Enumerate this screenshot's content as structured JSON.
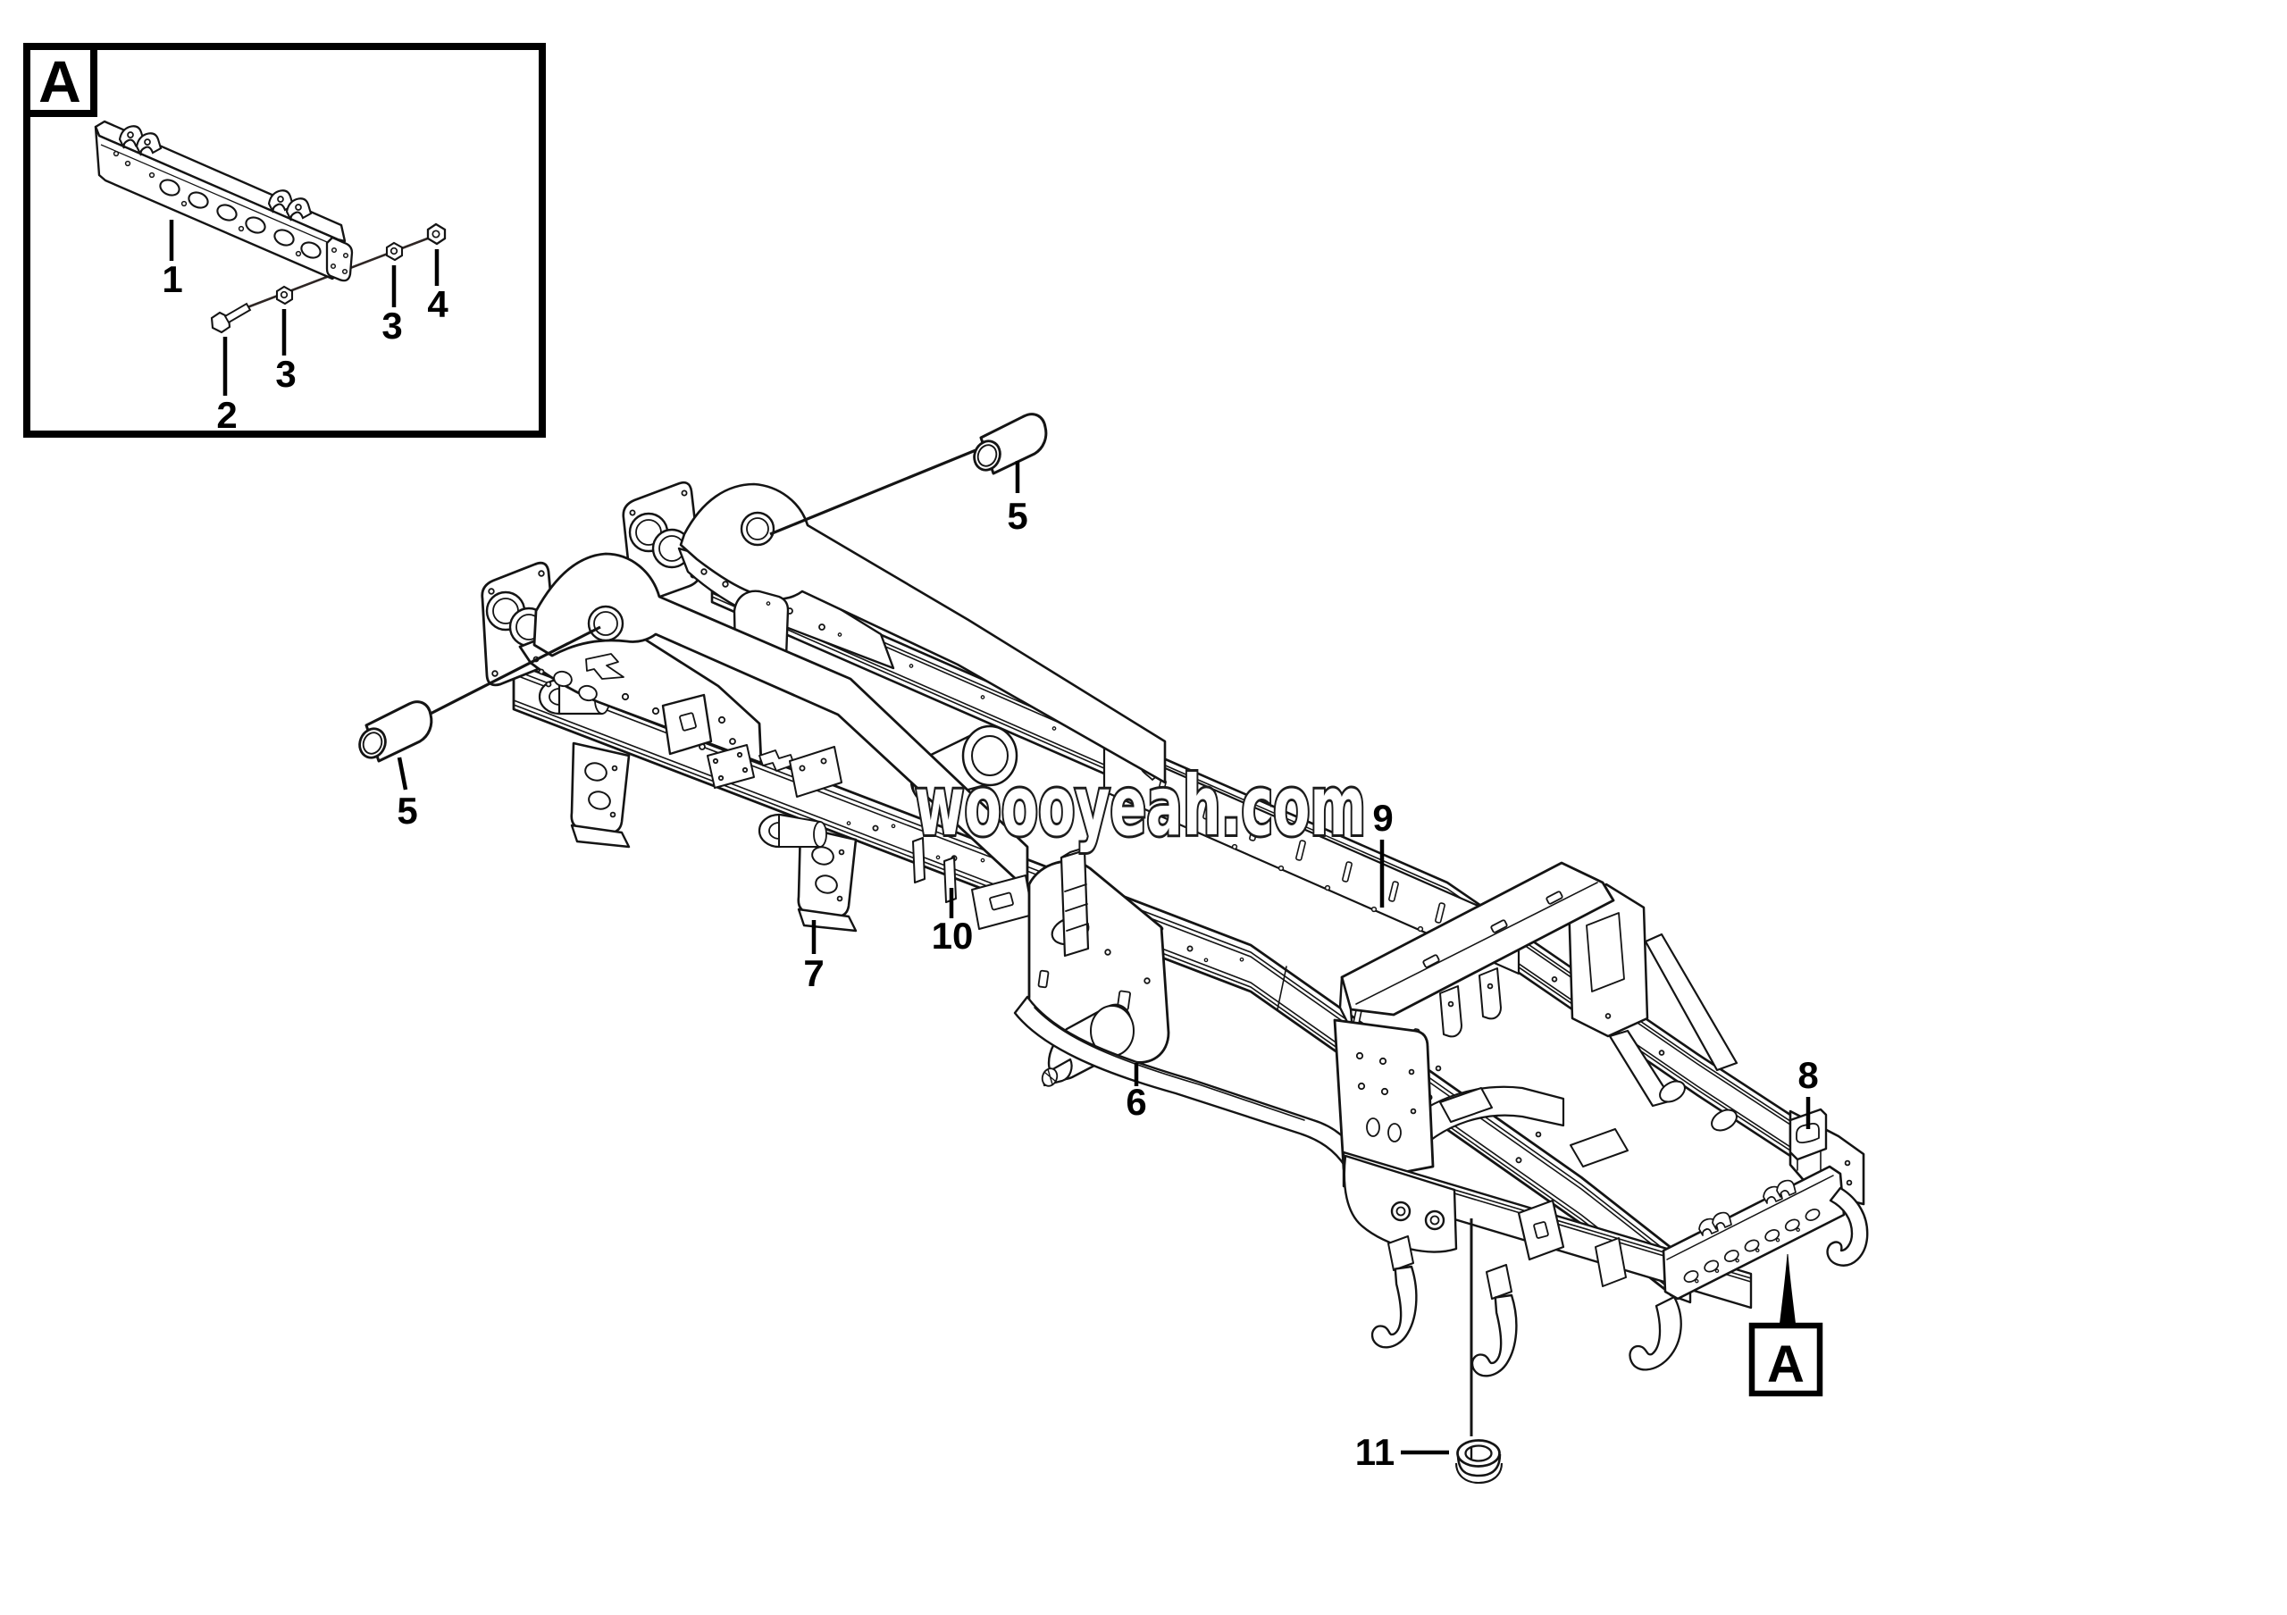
{
  "figure": {
    "type": "exploded-parts-diagram",
    "subject": "truck chassis frame",
    "background_color": "#ffffff",
    "line_color": "#141414"
  },
  "watermark": {
    "text": "woooyeah.com"
  },
  "detail_box": {
    "label": "A",
    "callouts": [
      {
        "part": "1"
      },
      {
        "part": "2"
      },
      {
        "part": "3"
      },
      {
        "part": "3"
      },
      {
        "part": "4"
      }
    ]
  },
  "view_ref": {
    "label": "A"
  },
  "callouts": [
    {
      "part": "5"
    },
    {
      "part": "5"
    },
    {
      "part": "6"
    },
    {
      "part": "7"
    },
    {
      "part": "8"
    },
    {
      "part": "9"
    },
    {
      "part": "10"
    },
    {
      "part": "11"
    }
  ]
}
